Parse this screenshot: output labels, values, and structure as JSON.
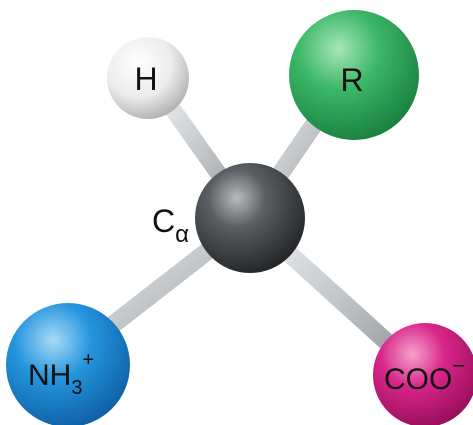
{
  "diagram": {
    "center": {
      "label": "C",
      "subscript": "α",
      "color": "#4a4d50"
    },
    "groups": [
      {
        "id": "hydrogen",
        "label": "H",
        "color": "#e8e8e8"
      },
      {
        "id": "r-group",
        "label": "R",
        "color": "#2fae5d"
      },
      {
        "id": "amino",
        "label": "NH",
        "subscript": "3",
        "superscript": "+",
        "color": "#1f8fd6"
      },
      {
        "id": "carboxyl",
        "label": "COO",
        "superscript": "−",
        "color": "#d41a7f"
      }
    ],
    "bond_color": "#bfc3c6"
  }
}
